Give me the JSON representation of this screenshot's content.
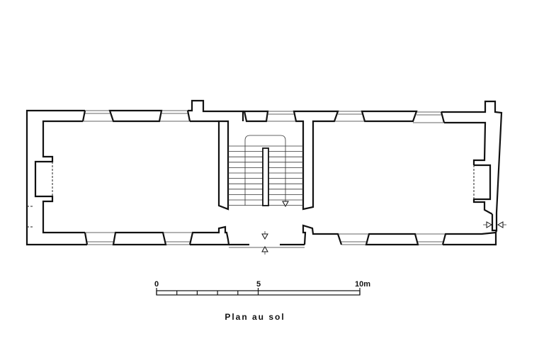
{
  "drawing": {
    "title": "Plan au sol",
    "scale_bar": {
      "unit": "m",
      "labels": [
        "0",
        "5",
        "10m"
      ],
      "max_value": 10,
      "tick_values": [
        0,
        1,
        2,
        3,
        4,
        5,
        10
      ]
    }
  }
}
